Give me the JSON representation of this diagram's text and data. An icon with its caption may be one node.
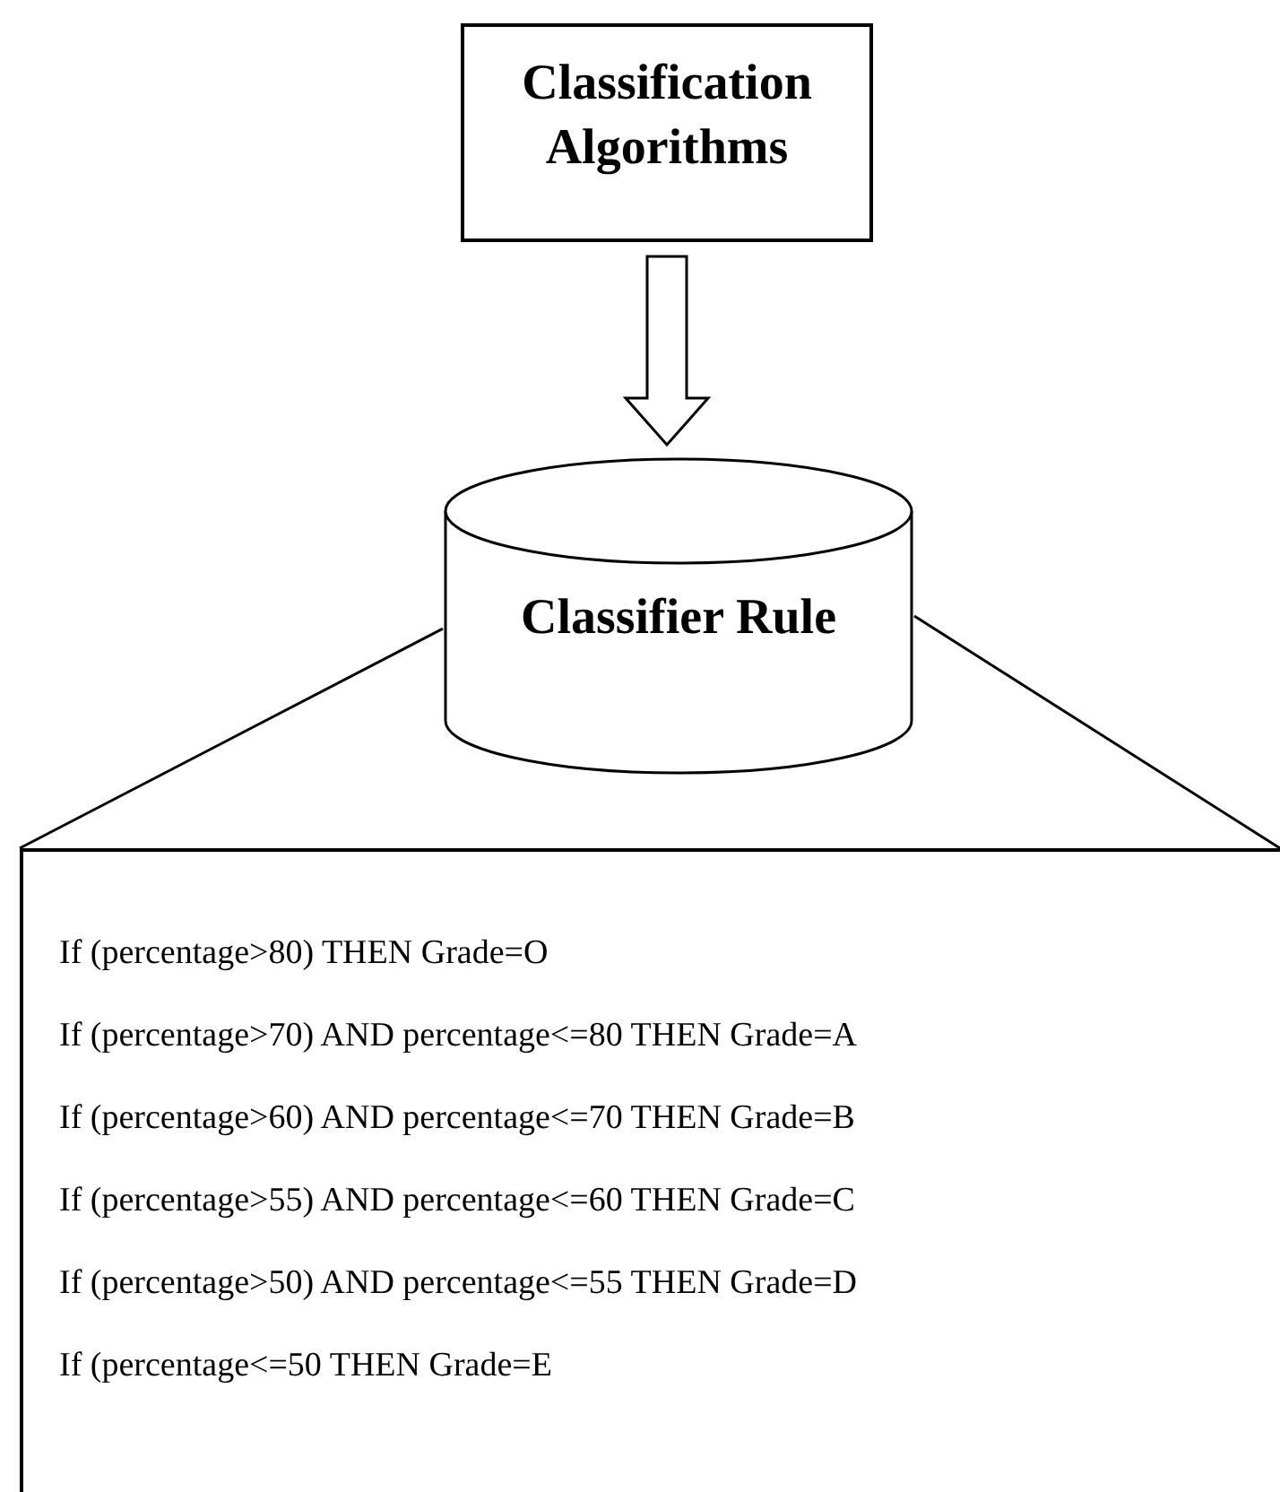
{
  "diagram": {
    "nodes": [
      {
        "text": [
          "Classification Algorithms"
        ]
      },
      {
        "text": [
          "Classifier Rule"
        ]
      },
      {
        "text": [
          "If (percentage>80) THEN Grade=O",
          "If (percentage>70) AND percentage<=80 THEN Grade=A",
          "If (percentage>60) AND percentage<=70 THEN Grade=B",
          "If (percentage>55) AND percentage<=60 THEN Grade=C",
          "If (percentage>50) AND percentage<=55 THEN Grade=D",
          "If (percentage<=50 THEN Grade=E"
        ]
      }
    ],
    "edges": [
      {
        "from": 0,
        "to": 1,
        "arrow": "to",
        "style": "thick"
      },
      {
        "from": 1,
        "to": 2,
        "arrow": "none"
      },
      {
        "from": 1,
        "to": 2,
        "arrow": "none"
      }
    ]
  }
}
